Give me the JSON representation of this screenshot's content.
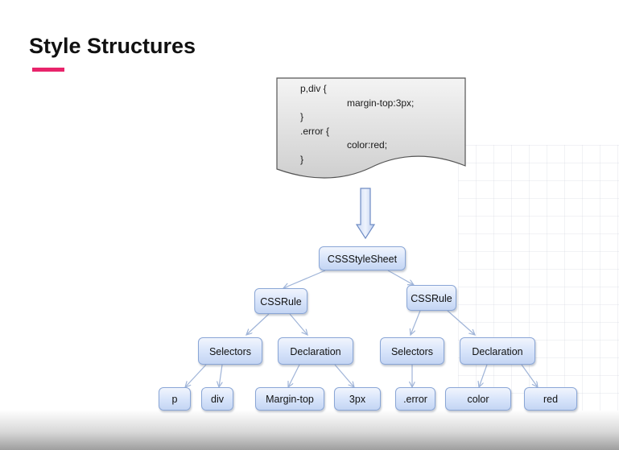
{
  "slide": {
    "title": "Style Structures",
    "accent_color": "#e8246b"
  },
  "code_document": {
    "lines": [
      {
        "text": "p,div {",
        "indent": false
      },
      {
        "text": "margin-top:3px;",
        "indent": true
      },
      {
        "text": "}",
        "indent": false
      },
      {
        "text": ".error {",
        "indent": false
      },
      {
        "text": "color:red;",
        "indent": true
      },
      {
        "text": "}",
        "indent": false
      }
    ]
  },
  "tree": {
    "root": {
      "label": "CSSStyleSheet"
    },
    "rules": [
      {
        "label": "CSSRule"
      },
      {
        "label": "CSSRule"
      }
    ],
    "groups": [
      {
        "label": "Selectors"
      },
      {
        "label": "Declaration"
      },
      {
        "label": "Selectors"
      },
      {
        "label": "Declaration"
      }
    ],
    "leaves": [
      {
        "label": "p"
      },
      {
        "label": "div"
      },
      {
        "label": "Margin-top"
      },
      {
        "label": "3px"
      },
      {
        "label": ".error"
      },
      {
        "label": "color"
      },
      {
        "label": "red"
      }
    ]
  }
}
